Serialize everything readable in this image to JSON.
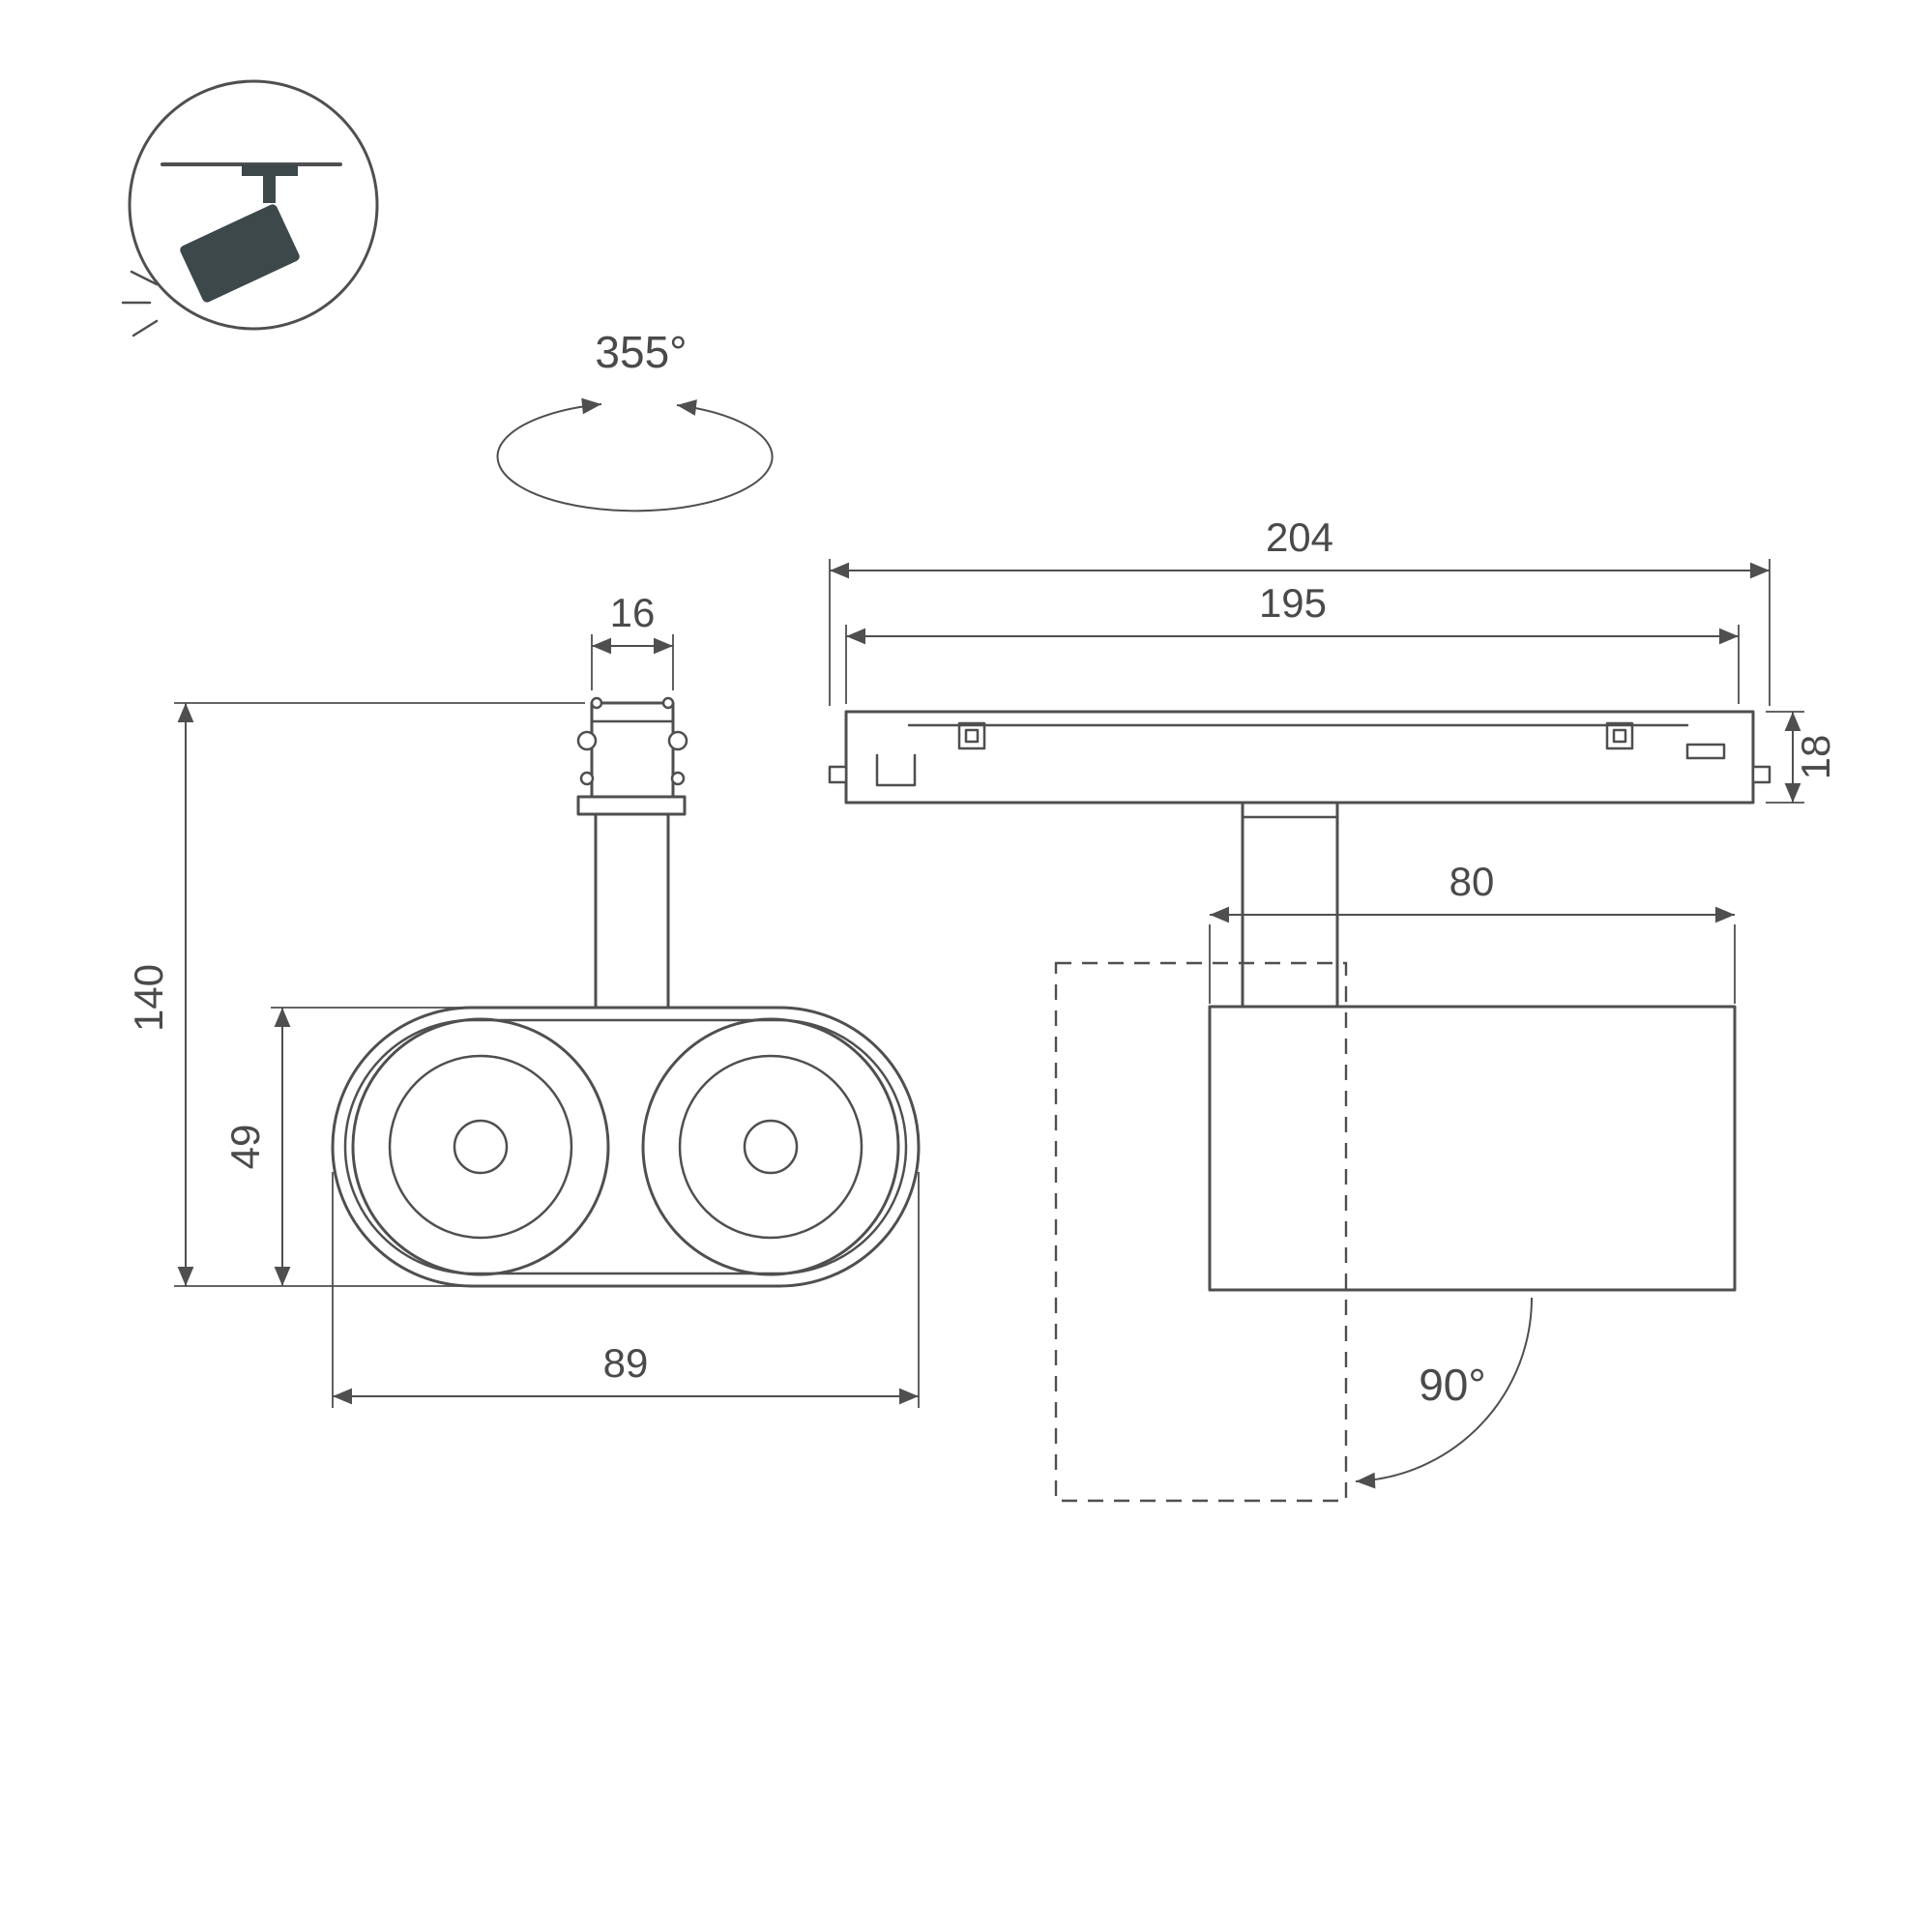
{
  "drawing": {
    "type": "technical-dimension-drawing",
    "subject": "magnetic-track-double-spotlight",
    "colors": {
      "line": "#4f4f4f",
      "text": "#4a4a4a",
      "icon_fill": "#3d484b",
      "background": "#ffffff"
    },
    "icon": {
      "name": "ceiling-track-spotlight-icon"
    },
    "rotation_indicator": {
      "label": "355°"
    },
    "front_view": {
      "adapter_width_mm": "16",
      "overall_height_mm": "140",
      "body_height_mm": "49",
      "body_width_mm": "89"
    },
    "side_view": {
      "track_length_outer_mm": "204",
      "track_length_inner_mm": "195",
      "track_height_mm": "18",
      "body_width_mm": "80",
      "tilt_angle": "90°"
    }
  }
}
